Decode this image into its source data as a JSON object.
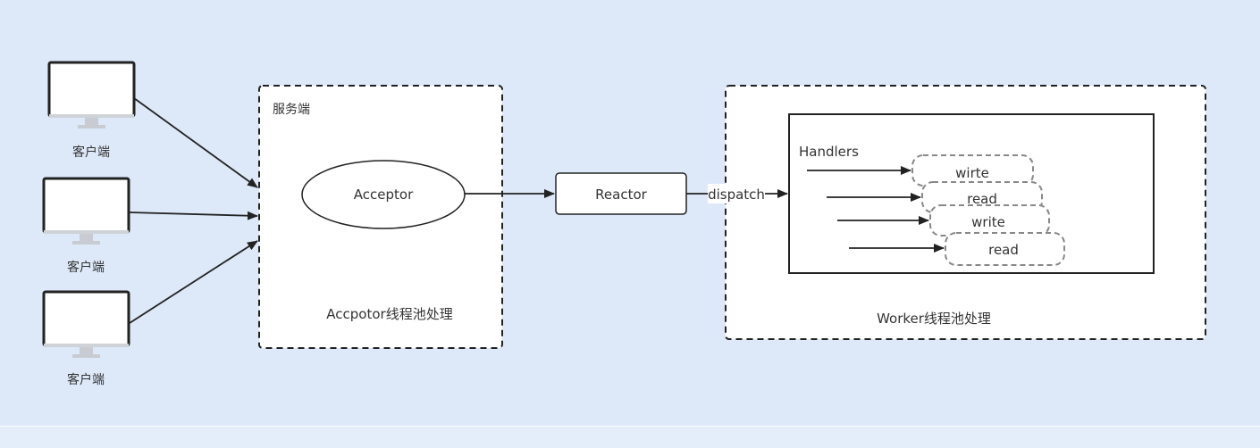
{
  "clients": [
    {
      "label": "客户端"
    },
    {
      "label": "客户端"
    },
    {
      "label": "客户端"
    }
  ],
  "server_box": {
    "title": "服务端",
    "caption": "Accpotor线程池处理"
  },
  "acceptor": {
    "label": "Acceptor"
  },
  "reactor": {
    "label": "Reactor"
  },
  "dispatch": {
    "label": "dispatch"
  },
  "worker_box": {
    "caption": "Worker线程池处理"
  },
  "handlers": {
    "title": "Handlers",
    "items": [
      {
        "label": "wirte"
      },
      {
        "label": "read"
      },
      {
        "label": "write"
      },
      {
        "label": "read"
      }
    ]
  }
}
